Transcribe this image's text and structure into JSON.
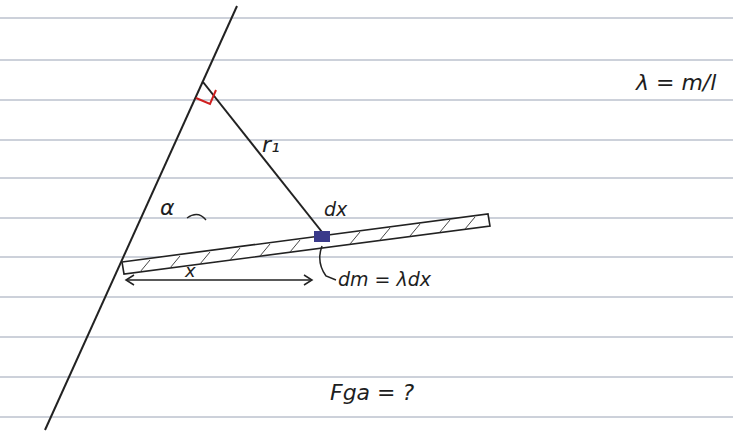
{
  "diagram": {
    "labels": [
      "r₁",
      "λ = m/l",
      "dx",
      "α",
      "x",
      "dm = λdx",
      "Fga = ?"
    ]
  }
}
